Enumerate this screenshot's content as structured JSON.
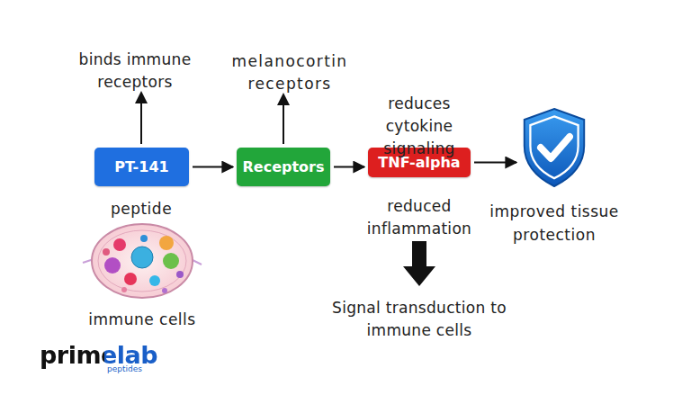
{
  "diagram": {
    "nodes": [
      {
        "text": [
          "PT-141"
        ]
      },
      {
        "text": [
          "Receptors"
        ]
      },
      {
        "text": [
          "TNF-alpha"
        ]
      },
      {
        "text": [
          "improved tissue protection"
        ]
      }
    ],
    "edges": [
      {
        "from": 0,
        "to": 1,
        "arrow": "to"
      },
      {
        "from": 1,
        "to": 2,
        "arrow": "to"
      },
      {
        "from": 2,
        "to": 3,
        "arrow": "to"
      }
    ],
    "labels": [
      "binds immune receptors",
      "melanocortin receptors",
      "reduces cytokine signaling",
      "peptide",
      "reduced inflammation",
      "Signal transduction to immune cells",
      "immune cells",
      "primelab",
      "peptides"
    ]
  }
}
